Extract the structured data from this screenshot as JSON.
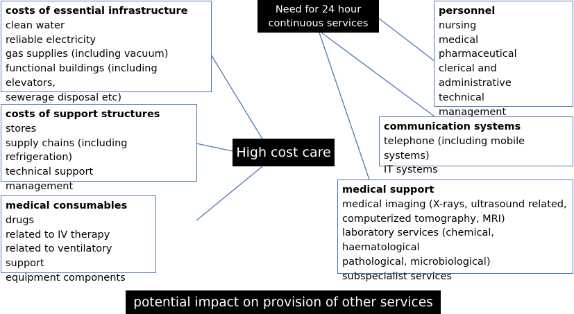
{
  "center": {
    "label": "High cost care"
  },
  "top_center": {
    "line1": "Need for 24 hour",
    "line2": "continuous services"
  },
  "bottom": {
    "label": "potential impact on provision of other services"
  },
  "boxes": {
    "infrastructure": {
      "title": "costs of essential infrastructure",
      "items": [
        "clean water",
        "reliable electricity",
        "gas supplies (including vacuum)",
        "functional buildings (including elevators,",
        "sewerage disposal etc)"
      ]
    },
    "support": {
      "title": "costs of support structures",
      "items": [
        "stores",
        "supply chains (including refrigeration)",
        "technical support",
        "management"
      ]
    },
    "consumables": {
      "title": "medical consumables",
      "items": [
        "drugs",
        "related to IV therapy",
        "related to ventilatory support",
        "equipment components"
      ]
    },
    "personnel": {
      "title": "personnel",
      "items": [
        "nursing",
        "medical",
        "pharmaceutical",
        "clerical and administrative",
        "technical",
        "management"
      ]
    },
    "communication": {
      "title": "communication systems",
      "items": [
        "telephone (including mobile systems)",
        "IT systems"
      ]
    },
    "medical_support": {
      "title": "medical support",
      "items": [
        "medical imaging (X-rays, ultrasound related,",
        "computerized tomography, MRI)",
        "laboratory services (chemical, haematological",
        "pathological, microbiological)",
        "subspecialist services"
      ]
    }
  },
  "colors": {
    "box_border": "#4a75b5",
    "connector": "#4a75b5",
    "label_bg": "#000000",
    "label_text": "#ffffff"
  }
}
